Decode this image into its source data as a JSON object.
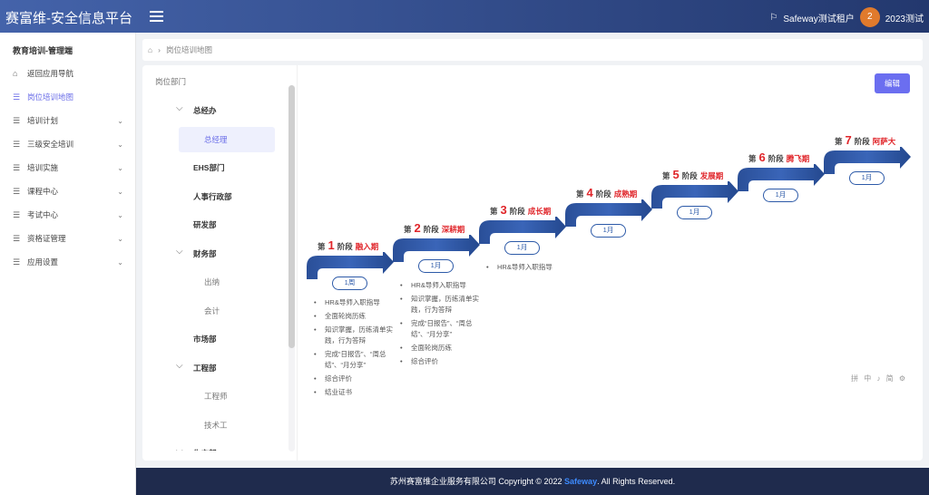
{
  "header": {
    "title": "赛富维-安全信息平台",
    "tenant": "Safeway测试租户",
    "avatar": "2",
    "user": "2023测试"
  },
  "sidebar": {
    "heading": "教育培训-管理端",
    "items": [
      {
        "label": "返回应用导航",
        "icon": "home-icon"
      },
      {
        "label": "岗位培训地图",
        "icon": "list-icon",
        "active": true
      },
      {
        "label": "培训计划",
        "icon": "list-icon",
        "expandable": true
      },
      {
        "label": "三级安全培训",
        "icon": "list-icon",
        "expandable": true
      },
      {
        "label": "培训实施",
        "icon": "list-icon",
        "expandable": true
      },
      {
        "label": "课程中心",
        "icon": "list-icon",
        "expandable": true
      },
      {
        "label": "考试中心",
        "icon": "list-icon",
        "expandable": true
      },
      {
        "label": "资格证管理",
        "icon": "list-icon",
        "expandable": true
      },
      {
        "label": "应用设置",
        "icon": "list-icon",
        "expandable": true
      }
    ]
  },
  "breadcrumb": {
    "current": "岗位培训地图"
  },
  "tree": {
    "title": "岗位部门",
    "nodes": [
      {
        "label": "总经办",
        "level": 1,
        "expanded": true
      },
      {
        "label": "总经理",
        "level": 2,
        "selected": true
      },
      {
        "label": "EHS部门",
        "level": 1
      },
      {
        "label": "人事行政部",
        "level": 1
      },
      {
        "label": "研发部",
        "level": 1
      },
      {
        "label": "财务部",
        "level": 1,
        "expanded": true
      },
      {
        "label": "出纳",
        "level": 2
      },
      {
        "label": "会计",
        "level": 2
      },
      {
        "label": "市场部",
        "level": 1
      },
      {
        "label": "工程部",
        "level": 1,
        "expanded": true
      },
      {
        "label": "工程师",
        "level": 2
      },
      {
        "label": "技术工",
        "level": 2
      },
      {
        "label": "生产部",
        "level": 1,
        "expanded": true
      }
    ]
  },
  "edit_label": "编辑",
  "stage_prefix": "第",
  "stage_suffix": "阶段",
  "stages": [
    {
      "num": "1",
      "name": "融入期",
      "duration": "1周",
      "items": [
        "HR&导师入职指导",
        "全面轮岗历练",
        "知识掌握，历练清单实践，行为答辩",
        "完成“日报告”、“周总结”、“月分享”",
        "综合评价",
        "结业证书"
      ]
    },
    {
      "num": "2",
      "name": "深耕期",
      "duration": "1月",
      "items": [
        "HR&导师入职指导",
        "知识掌握，历练清单实践，行为答辩",
        "完成“日报告”、“周总结”、“月分享”",
        "全面轮岗历练",
        "综合评价"
      ]
    },
    {
      "num": "3",
      "name": "成长期",
      "duration": "1月",
      "items": [
        "HR&导师入职指导"
      ]
    },
    {
      "num": "4",
      "name": "成熟期",
      "duration": "1月",
      "items": []
    },
    {
      "num": "5",
      "name": "发展期",
      "duration": "1月",
      "items": []
    },
    {
      "num": "6",
      "name": "腾飞期",
      "duration": "1月",
      "items": []
    },
    {
      "num": "7",
      "name": "阿萨大",
      "duration": "1月",
      "items": []
    }
  ],
  "ime_toolbar": "拼 中 ♪ 简 ⚙",
  "footer": {
    "company": "苏州赛富维企业服务有限公司 Copyright © 2022 ",
    "brand": "Safeway",
    "rights": ". All Rights Reserved."
  },
  "colors": {
    "accent": "#6b6ef0",
    "arrow": "#2d5aa8",
    "stage_name": "#e0252a",
    "header": "#2f4a8a"
  }
}
